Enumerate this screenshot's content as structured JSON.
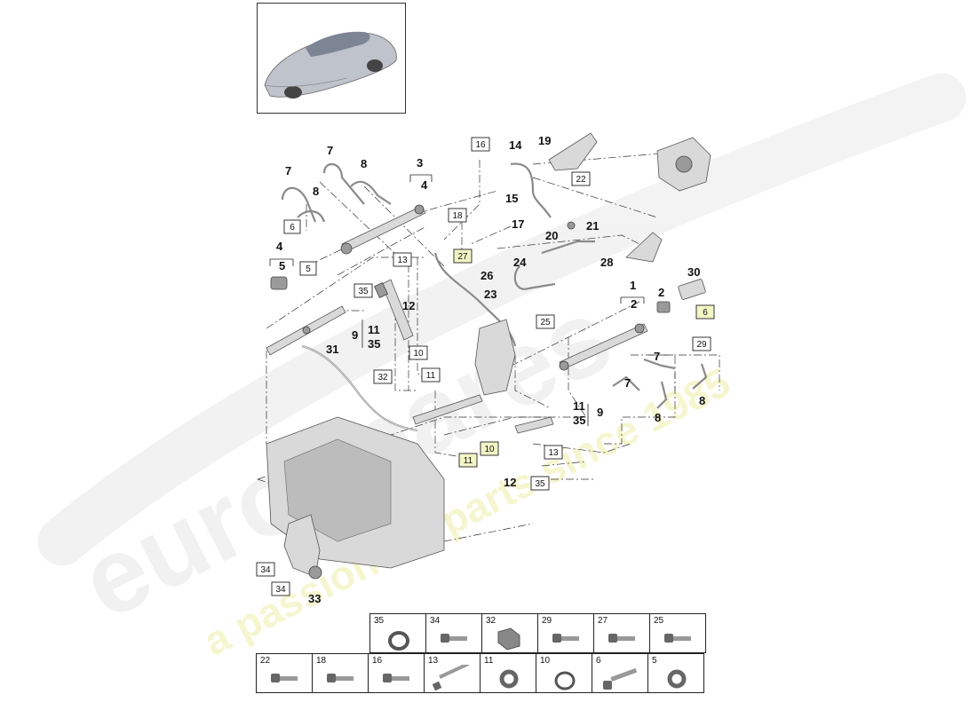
{
  "watermark": {
    "brand": "eurospares",
    "tagline": "a passion for parts since 1985"
  },
  "colors": {
    "line": "#222222",
    "part": "#d9d9d9",
    "highlight_box": "#f2f5c4",
    "watermark_yellow": "#eef0a8",
    "watermark_grey": "#e6e6e6"
  },
  "thumbnail": {
    "icon": "car-icon"
  },
  "callouts": {
    "c1": "1",
    "c2a": "2",
    "c2b": "2",
    "c3": "3",
    "c4a": "4",
    "c4b": "4",
    "c5": "5",
    "c7a": "7",
    "c7b": "7",
    "c7c": "7",
    "c7d": "7",
    "c8a": "8",
    "c8b": "8",
    "c8c": "8",
    "c8d": "8",
    "c9a": "9",
    "c9b": "9",
    "c11a": "11",
    "c11b": "11",
    "c35a": "35",
    "c35b": "35",
    "c12a": "12",
    "c12b": "12",
    "c14": "14",
    "c15": "15",
    "c17": "17",
    "c19": "19",
    "c20": "20",
    "c21": "21",
    "c23": "23",
    "c24": "24",
    "c26": "26",
    "c28": "28",
    "c30": "30",
    "c31": "31",
    "c33": "33"
  },
  "boxes": {
    "b5": "5",
    "b6a": "6",
    "b6b": "6",
    "b10a": "10",
    "b10b": "10",
    "b11a": "11",
    "b11b": "11",
    "b13a": "13",
    "b13b": "13",
    "b16": "16",
    "b18": "18",
    "b22": "22",
    "b25": "25",
    "b27": "27",
    "b29": "29",
    "b32": "32",
    "b34a": "34",
    "b34b": "34",
    "b35a": "35",
    "b35b": "35"
  },
  "legend": {
    "row1": [
      {
        "num": "35",
        "icon": "o-ring-icon"
      },
      {
        "num": "34",
        "icon": "bolt-icon"
      },
      {
        "num": "32",
        "icon": "clip-icon"
      },
      {
        "num": "29",
        "icon": "bolt-icon"
      },
      {
        "num": "27",
        "icon": "bolt-icon"
      },
      {
        "num": "25",
        "icon": "bolt-icon"
      }
    ],
    "row2": [
      {
        "num": "22",
        "icon": "bolt-icon"
      },
      {
        "num": "18",
        "icon": "bolt-icon"
      },
      {
        "num": "16",
        "icon": "bolt-icon"
      },
      {
        "num": "13",
        "icon": "long-bolt-icon"
      },
      {
        "num": "11",
        "icon": "seal-ring-icon"
      },
      {
        "num": "10",
        "icon": "o-ring-icon"
      },
      {
        "num": "6",
        "icon": "long-bolt-icon"
      },
      {
        "num": "5",
        "icon": "seal-ring-icon"
      }
    ]
  }
}
